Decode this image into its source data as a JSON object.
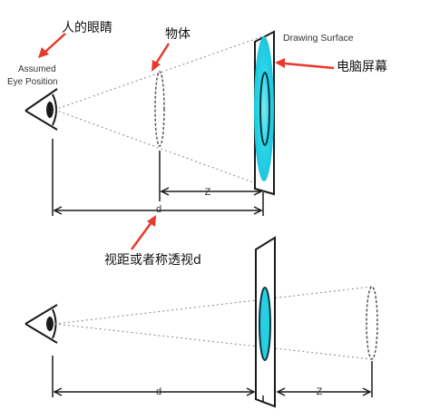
{
  "labels": {
    "eye_cn": "人的眼睛",
    "eye_en_line1": "Assumed",
    "eye_en_line2": "Eye Position",
    "object_cn": "物体",
    "surface_en": "Drawing Surface",
    "screen_cn": "电脑屏幕",
    "distance_cn": "视距或者称透视d",
    "z_top": "Z",
    "d_top": "d",
    "d_bottom": "d",
    "z_bottom": "Z"
  },
  "colors": {
    "line": "#1a1a1a",
    "dotted": "#888888",
    "cyan": "#22d3e6",
    "arrow": "#e8392b"
  }
}
